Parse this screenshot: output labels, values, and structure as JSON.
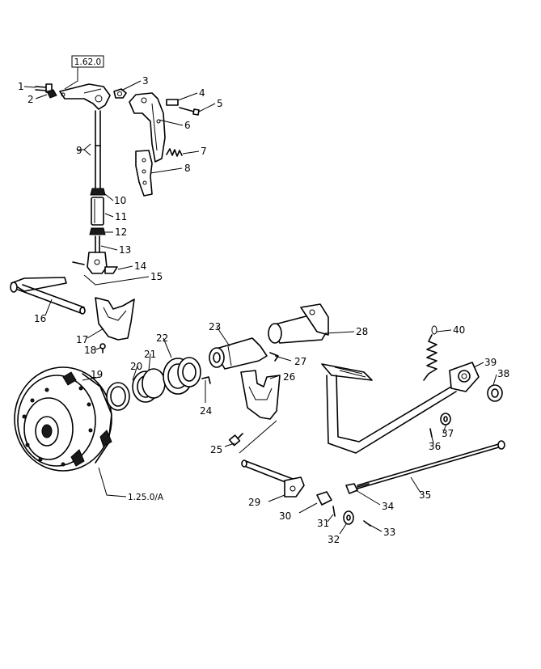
{
  "diagram": {
    "reference_top": "1.62.0",
    "reference_clutch": "1.25.0/A",
    "callouts": [
      "1",
      "2",
      "3",
      "4",
      "5",
      "6",
      "7",
      "8",
      "9",
      "10",
      "11",
      "12",
      "13",
      "14",
      "15",
      "16",
      "17",
      "18",
      "19",
      "20",
      "21",
      "22",
      "23",
      "24",
      "25",
      "26",
      "27",
      "28",
      "29",
      "30",
      "31",
      "32",
      "33",
      "34",
      "35",
      "36",
      "37",
      "38",
      "39",
      "40"
    ]
  }
}
